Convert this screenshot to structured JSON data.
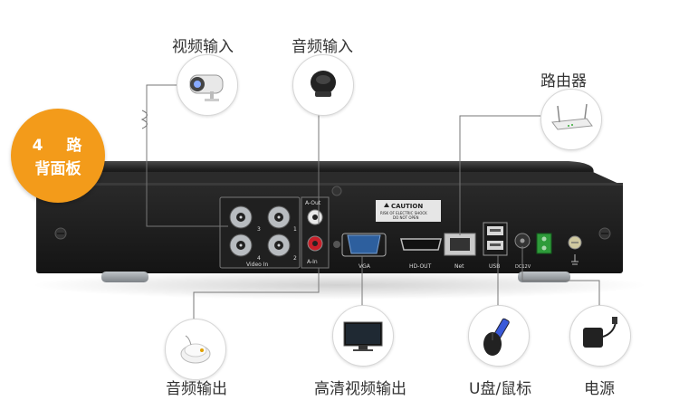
{
  "badge": {
    "line1": "4 路",
    "line2": "背面板"
  },
  "labels": {
    "video_in": "视频输入",
    "audio_in": "音频输入",
    "router": "路由器",
    "audio_out": "音频输出",
    "hd_out": "高清视频输出",
    "usb": "U盘/鼠标",
    "power": "电源"
  },
  "panel": {
    "caution_title": "CAUTION",
    "caution_line1": "RISK OF ELECTRIC SHOCK",
    "caution_line2": "DO NOT OPEN",
    "a_out": "A-Out",
    "a_in": "A-In",
    "video_in": "Video In",
    "bnc_nums": [
      "3",
      "1",
      "4",
      "2"
    ],
    "vga": "VGA",
    "hdout": "HD-OUT",
    "net": "Net",
    "usb": "USB",
    "dc": "DC12V"
  },
  "colors": {
    "badge": "#f39b1a",
    "panel": "#1c1c1c",
    "line": "#666666"
  }
}
